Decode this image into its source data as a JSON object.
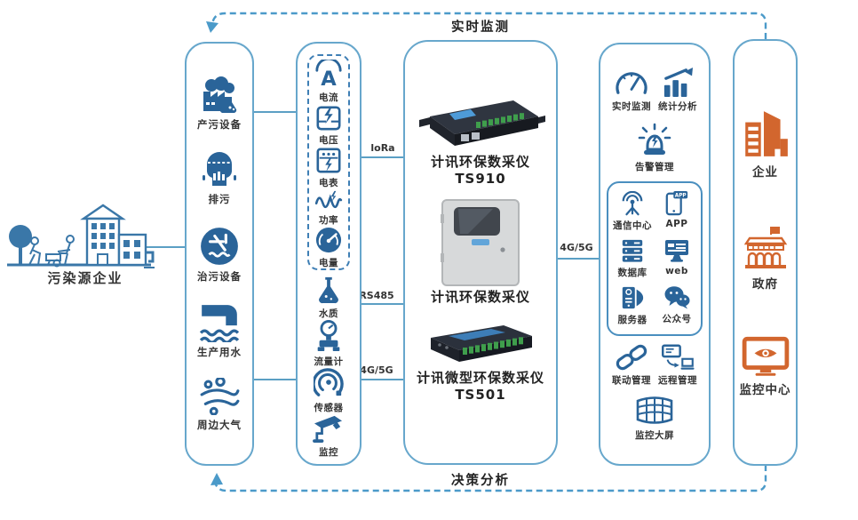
{
  "flows": {
    "top": "实时监测",
    "bottom": "决策分析"
  },
  "source": {
    "label": "污染源企业"
  },
  "facility": {
    "items": [
      {
        "label": "产污设备",
        "icon": "factory-flask-icon"
      },
      {
        "label": "排污",
        "icon": "sewage-icon"
      },
      {
        "label": "治污设备",
        "icon": "treatment-icon"
      },
      {
        "label": "生产用水",
        "icon": "water-pipe-icon"
      },
      {
        "label": "周边大气",
        "icon": "ambient-air-icon"
      }
    ]
  },
  "sensing": {
    "power_group": [
      {
        "label": "电流",
        "icon": "current-icon"
      },
      {
        "label": "电压",
        "icon": "voltage-icon"
      },
      {
        "label": "电表",
        "icon": "energy-meter-icon"
      },
      {
        "label": "功率",
        "icon": "power-wave-icon"
      },
      {
        "label": "电量",
        "icon": "energy-gauge-icon"
      }
    ],
    "field_group": [
      {
        "label": "水质",
        "icon": "water-quality-icon"
      },
      {
        "label": "流量计",
        "icon": "flowmeter-icon"
      },
      {
        "label": "传感器",
        "icon": "sensor-icon"
      },
      {
        "label": "监控",
        "icon": "cctv-icon"
      }
    ]
  },
  "links": {
    "lora": "loRa",
    "rs485": "RS485",
    "cell_left": "4G/5G",
    "cell_right": "4G/5G"
  },
  "devices": {
    "items": [
      {
        "name": "计讯环保数采仪",
        "model": "TS910"
      },
      {
        "name": "计讯环保数采仪",
        "model": ""
      },
      {
        "name": "计讯微型环保数采仪",
        "model": "TS501"
      }
    ]
  },
  "platform": {
    "top_items": [
      {
        "label": "实时监测",
        "icon": "realtime-gauge-icon"
      },
      {
        "label": "统计分析",
        "icon": "stats-icon"
      }
    ],
    "alarm": {
      "label": "告警管理",
      "icon": "alarm-icon"
    },
    "cloud_items": [
      {
        "label": "通信中心",
        "icon": "comm-antenna-icon"
      },
      {
        "label": "APP",
        "icon": "app-phone-icon"
      },
      {
        "label": "数据库",
        "icon": "database-icon"
      },
      {
        "label": "web",
        "icon": "web-monitor-icon"
      },
      {
        "label": "服务器",
        "icon": "server-icon"
      },
      {
        "label": "公众号",
        "icon": "wechat-icon"
      }
    ],
    "app_icon_text": "APP",
    "manage_items": [
      {
        "label": "联动管理",
        "icon": "link-icon"
      },
      {
        "label": "远程管理",
        "icon": "remote-manage-icon"
      }
    ],
    "bigscreen": {
      "label": "监控大屏",
      "icon": "videowall-icon"
    }
  },
  "consumers": {
    "items": [
      {
        "label": "企业",
        "icon": "enterprise-building-icon"
      },
      {
        "label": "政府",
        "icon": "government-building-icon"
      },
      {
        "label": "监控中心",
        "icon": "monitor-center-icon"
      }
    ]
  },
  "colors": {
    "icon_blue": "#2a6499",
    "accent_orange": "#d2662e",
    "box_border": "#67a7cc",
    "wire_blue": "#5b9fc4",
    "dashed_blue": "#4b9ac9"
  }
}
